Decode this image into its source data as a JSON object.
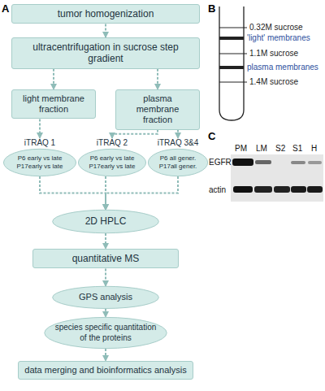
{
  "diagram": {
    "nodes": [
      {
        "text": [
          "tumor homogenization"
        ]
      },
      {
        "text": [
          "ultracentrifugation in sucrose step gradient"
        ]
      },
      {
        "text": [
          "light membrane fraction"
        ]
      },
      {
        "text": [
          "plasma membrane fraction"
        ]
      },
      {
        "text": [
          "iTRAQ 1",
          "P6 early vs late P17early vs late"
        ]
      },
      {
        "text": [
          "iTRAQ 2",
          "P6 early vs late P17early vs late"
        ]
      },
      {
        "text": [
          "iTRAQ 3&4",
          "P6 all gener. P17all gener."
        ]
      },
      {
        "text": [
          "2D HPLC"
        ]
      },
      {
        "text": [
          "quantitative MS"
        ]
      },
      {
        "text": [
          "GPS analysis"
        ]
      },
      {
        "text": [
          "species specific quantitation of the proteins"
        ]
      },
      {
        "text": [
          "data merging and bioinformatics analysis"
        ]
      }
    ],
    "edges": [
      {
        "from": 0,
        "to": 1,
        "arrow": "to"
      },
      {
        "from": 1,
        "to": 2,
        "arrow": "to"
      },
      {
        "from": 1,
        "to": 3,
        "arrow": "to"
      },
      {
        "from": 2,
        "to": 4,
        "arrow": "to"
      },
      {
        "from": 3,
        "to": 5,
        "arrow": "to"
      },
      {
        "from": 3,
        "to": 6,
        "arrow": "to"
      },
      {
        "from": 4,
        "to": 7,
        "arrow": "to"
      },
      {
        "from": 5,
        "to": 7,
        "arrow": "to"
      },
      {
        "from": 6,
        "to": 7,
        "arrow": "to"
      },
      {
        "from": 7,
        "to": 8,
        "arrow": "to"
      },
      {
        "from": 8,
        "to": 9,
        "arrow": "to"
      },
      {
        "from": 9,
        "to": 10,
        "arrow": "to"
      },
      {
        "from": 10,
        "to": 11,
        "arrow": "to"
      }
    ],
    "labels": [
      "A",
      "B",
      "C",
      "0.32M sucrose",
      "'light' membranes",
      "1.1M sucrose",
      "plasma membranes",
      "1.4M sucrose",
      "EGFR",
      "actin",
      "PM",
      "LM",
      "S2",
      "S1",
      "H"
    ]
  }
}
